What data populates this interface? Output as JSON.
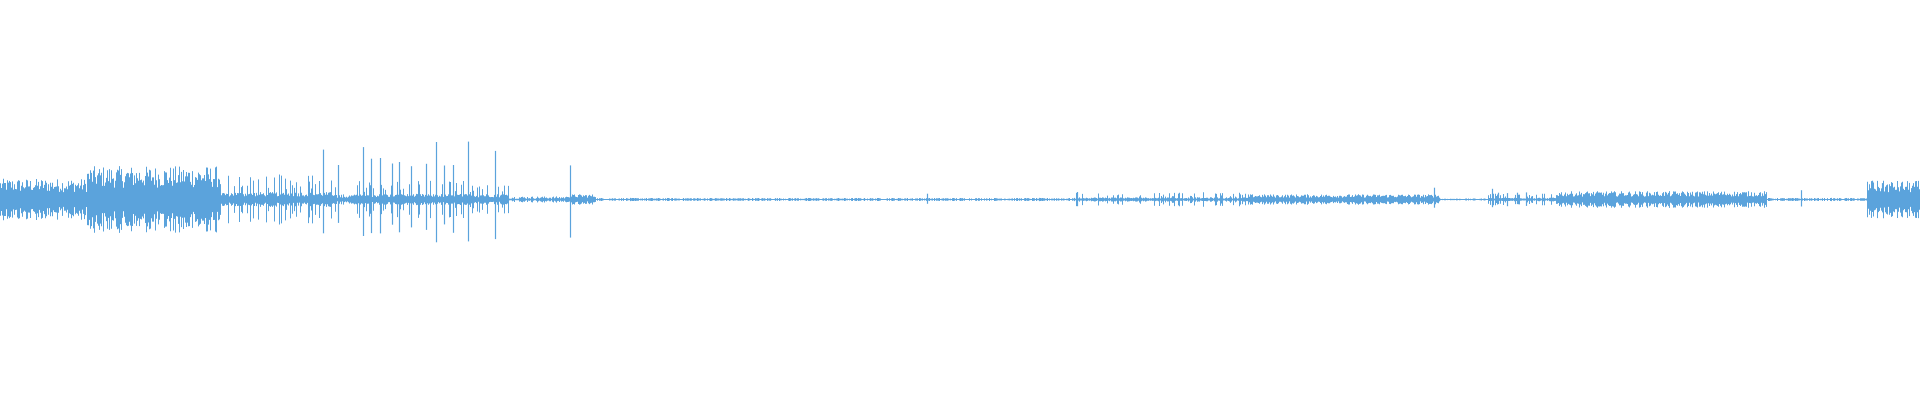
{
  "waveform": {
    "color": "#5ba3dc",
    "background": "#ffffff",
    "duration_fraction_segments": [
      {
        "start": 0.0,
        "end": 0.045,
        "level": 0.2,
        "texture": "dense"
      },
      {
        "start": 0.045,
        "end": 0.115,
        "level": 0.32,
        "texture": "dense"
      },
      {
        "start": 0.115,
        "end": 0.175,
        "level": 0.24,
        "texture": "pulses"
      },
      {
        "start": 0.175,
        "end": 0.185,
        "level": 0.05,
        "texture": "quiet"
      },
      {
        "start": 0.185,
        "end": 0.265,
        "level": 0.18,
        "texture": "pulses"
      },
      {
        "start": 0.265,
        "end": 0.295,
        "level": 0.03,
        "texture": "quiet"
      },
      {
        "start": 0.295,
        "end": 0.31,
        "level": 0.05,
        "texture": "dense"
      },
      {
        "start": 0.31,
        "end": 0.56,
        "level": 0.015,
        "texture": "quiet"
      },
      {
        "start": 0.56,
        "end": 0.65,
        "level": 0.07,
        "texture": "pulses"
      },
      {
        "start": 0.65,
        "end": 0.75,
        "level": 0.05,
        "texture": "dense"
      },
      {
        "start": 0.75,
        "end": 0.775,
        "level": 0.01,
        "texture": "quiet"
      },
      {
        "start": 0.775,
        "end": 0.81,
        "level": 0.06,
        "texture": "pulses"
      },
      {
        "start": 0.81,
        "end": 0.92,
        "level": 0.08,
        "texture": "dense"
      },
      {
        "start": 0.92,
        "end": 0.972,
        "level": 0.015,
        "texture": "quiet"
      },
      {
        "start": 0.972,
        "end": 1.0,
        "level": 0.18,
        "texture": "dense"
      }
    ],
    "spikes": [
      {
        "t": 0.168,
        "level": 0.42
      },
      {
        "t": 0.176,
        "level": 0.32
      },
      {
        "t": 0.189,
        "level": 0.45
      },
      {
        "t": 0.193,
        "level": 0.42
      },
      {
        "t": 0.198,
        "level": 0.38
      },
      {
        "t": 0.204,
        "level": 0.3
      },
      {
        "t": 0.208,
        "level": 0.33
      },
      {
        "t": 0.214,
        "level": 0.28
      },
      {
        "t": 0.222,
        "level": 0.32
      },
      {
        "t": 0.227,
        "level": 0.48
      },
      {
        "t": 0.231,
        "level": 0.3
      },
      {
        "t": 0.236,
        "level": 0.33
      },
      {
        "t": 0.244,
        "level": 0.5
      },
      {
        "t": 0.258,
        "level": 0.45
      },
      {
        "t": 0.297,
        "level": 0.38
      },
      {
        "t": 0.483,
        "level": 0.05
      },
      {
        "t": 0.561,
        "level": 0.07
      },
      {
        "t": 0.747,
        "level": 0.1
      },
      {
        "t": 0.777,
        "level": 0.09
      },
      {
        "t": 0.78,
        "level": 0.06
      },
      {
        "t": 0.785,
        "level": 0.07
      },
      {
        "t": 0.79,
        "level": 0.06
      },
      {
        "t": 0.795,
        "level": 0.07
      },
      {
        "t": 0.938,
        "level": 0.09
      },
      {
        "t": 0.975,
        "level": 0.16
      },
      {
        "t": 0.98,
        "level": 0.14
      }
    ]
  }
}
